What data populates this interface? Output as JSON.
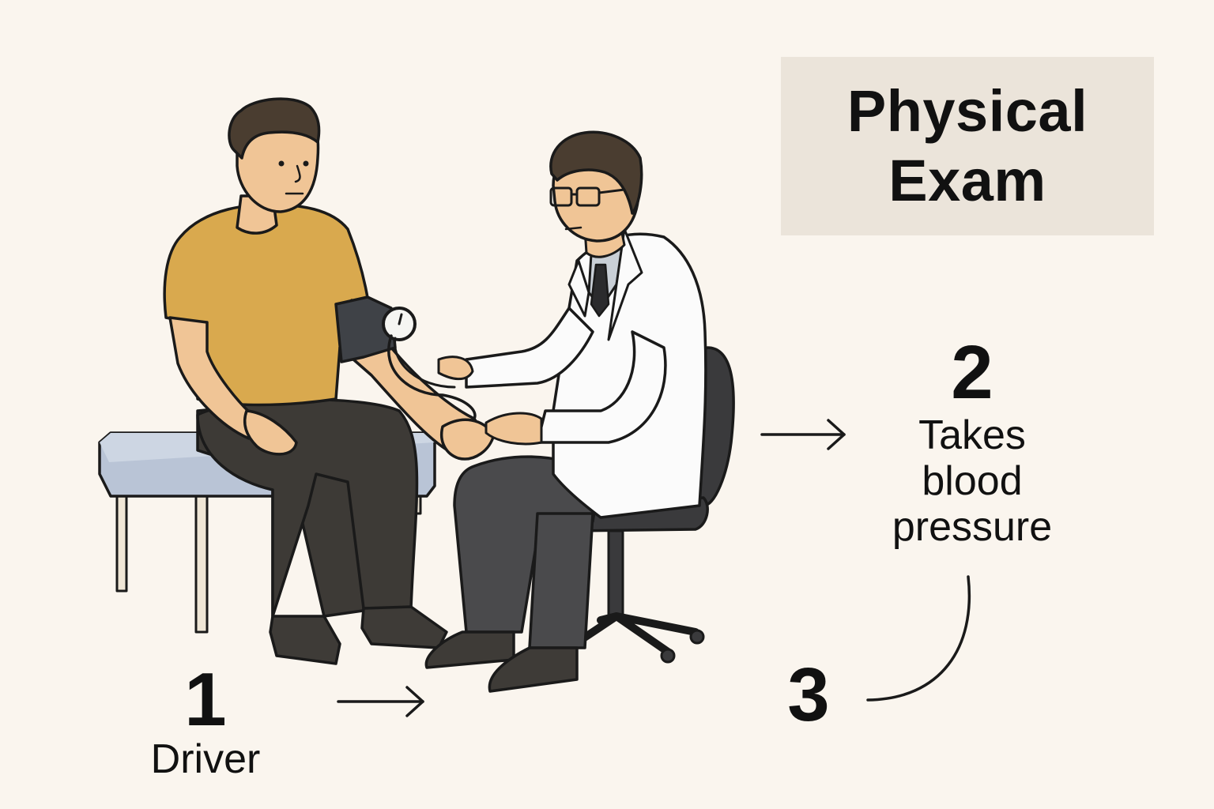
{
  "title": {
    "line1": "Physical",
    "line2": "Exam"
  },
  "steps": [
    {
      "number": "1",
      "label": "Driver"
    },
    {
      "number": "2",
      "label_lines": [
        "Takes",
        "blood",
        "pressure"
      ]
    },
    {
      "number": "3"
    }
  ],
  "colors": {
    "background": "#faf5ee",
    "title_box": "#ebe4da",
    "shirt": "#d9a94e",
    "skin": "#f0c596",
    "pants": "#3d3a36",
    "cuff": "#3f4247",
    "table_top": "#b9c4d6",
    "coat": "#fbfbfb",
    "doctor_pants": "#4a4a4c"
  },
  "icons": [
    "right-arrow-icon",
    "curved-arrow-icon"
  ]
}
